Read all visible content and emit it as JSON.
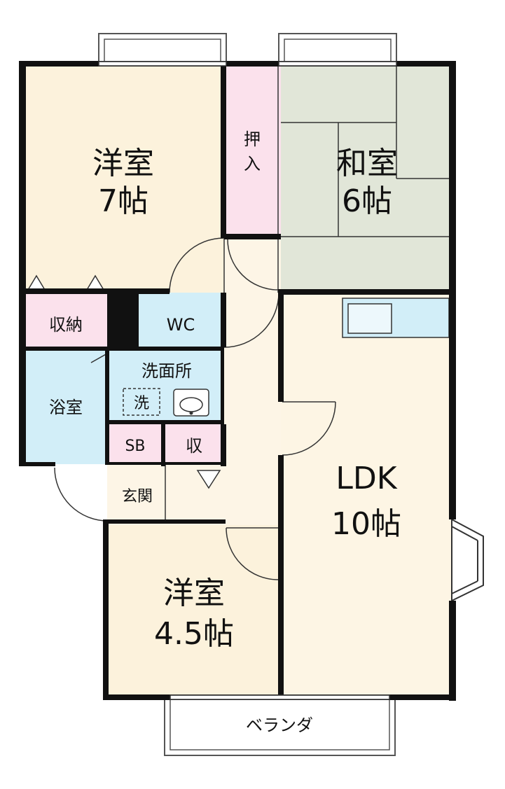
{
  "rooms": {
    "western_7": {
      "name": "洋室",
      "size": "7帖"
    },
    "japanese_6": {
      "name": "和室",
      "size": "6帖"
    },
    "closet_oshiire": {
      "line1": "押",
      "line2": "入"
    },
    "storage": {
      "label": "収納"
    },
    "wc": {
      "label": "WC"
    },
    "washroom": {
      "label": "洗面所"
    },
    "washer": {
      "label": "洗"
    },
    "bath": {
      "label": "浴室"
    },
    "shoebox": {
      "label": "SB"
    },
    "storage_small": {
      "label": "収"
    },
    "entrance": {
      "label": "玄関"
    },
    "ldk": {
      "name": "LDK",
      "size": "10帖"
    },
    "western_45": {
      "name": "洋室",
      "size": "4.5帖"
    },
    "veranda": {
      "label": "ベランダ"
    }
  },
  "colors": {
    "western": "#fcf2dc",
    "ldk": "#fdf5e4",
    "tatami": "#e1e6d8",
    "pink": "#fbe1ec",
    "blue": "#d2eef8",
    "hall": "#fdf5e6",
    "wall": "#111111"
  }
}
